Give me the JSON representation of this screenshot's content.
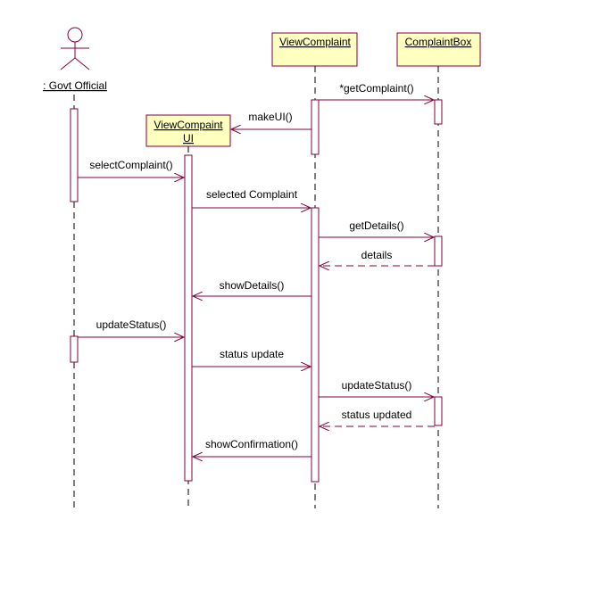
{
  "diagram": {
    "type": "uml-sequence",
    "colors": {
      "line": "#800040",
      "object_fill": "#ffffc0",
      "activation_fill": "#ffffff",
      "text": "#000000"
    },
    "actor": {
      "label": ": Govt Official"
    },
    "objects": {
      "view_complaint": "ViewComplaint",
      "complaint_box": "ComplaintBox",
      "view_compaint_ui": {
        "line1": "ViewCompaint",
        "line2": "UI"
      }
    },
    "messages": [
      {
        "text": "*getComplaint()",
        "from": "ViewComplaint",
        "to": "ComplaintBox",
        "kind": "call"
      },
      {
        "text": "makeUI()",
        "from": "ViewComplaint",
        "to": "ViewCompaint UI",
        "kind": "create"
      },
      {
        "text": "selectComplaint()",
        "from": ": Govt Official",
        "to": "ViewCompaint UI",
        "kind": "call"
      },
      {
        "text": "selected Complaint",
        "from": "ViewCompaint UI",
        "to": "ViewComplaint",
        "kind": "call"
      },
      {
        "text": "getDetails()",
        "from": "ViewComplaint",
        "to": "ComplaintBox",
        "kind": "call"
      },
      {
        "text": "details",
        "from": "ComplaintBox",
        "to": "ViewComplaint",
        "kind": "return"
      },
      {
        "text": "showDetails()",
        "from": "ViewComplaint",
        "to": "ViewCompaint UI",
        "kind": "call"
      },
      {
        "text": "updateStatus()",
        "from": ": Govt Official",
        "to": "ViewCompaint UI",
        "kind": "call"
      },
      {
        "text": "status update",
        "from": "ViewCompaint UI",
        "to": "ViewComplaint",
        "kind": "call"
      },
      {
        "text": "updateStatus()",
        "from": "ViewComplaint",
        "to": "ComplaintBox",
        "kind": "call"
      },
      {
        "text": "status updated",
        "from": "ComplaintBox",
        "to": "ViewComplaint",
        "kind": "return"
      },
      {
        "text": "showConfirmation()",
        "from": "ViewComplaint",
        "to": "ViewCompaint UI",
        "kind": "call"
      }
    ]
  }
}
